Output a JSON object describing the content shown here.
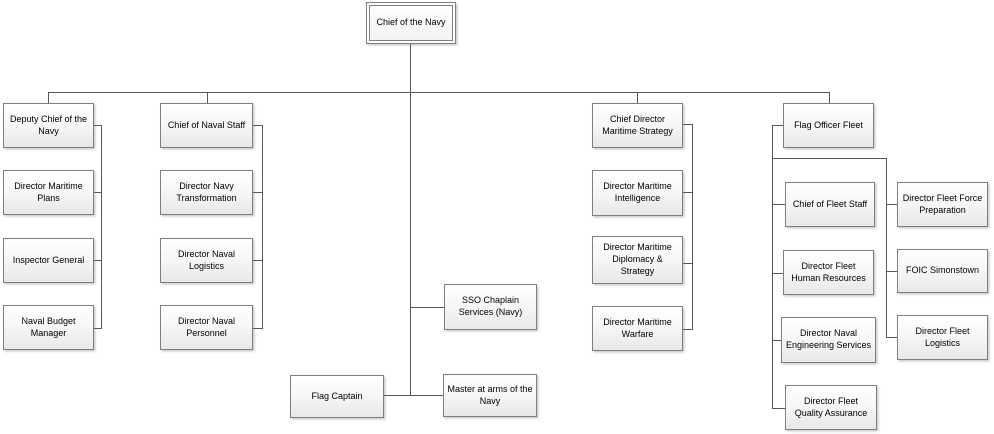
{
  "diagram": {
    "type": "org-chart",
    "background_color": "#ffffff",
    "connector_color": "#595959",
    "box_border_color": "#7f7f7f",
    "box_fill_top": "#ffffff",
    "box_fill_bottom": "#e8e8e8",
    "text_color": "#000000"
  },
  "nodes": {
    "chief_of_the_navy": "Chief of the Navy",
    "deputy_chief_of_the_navy": "Deputy Chief of the Navy",
    "director_maritime_plans": "Director Maritime Plans",
    "inspector_general": "Inspector General",
    "naval_budget_manager": "Naval Budget Manager",
    "chief_of_naval_staff": "Chief of Naval Staff",
    "director_navy_transformation": "Director Navy Transformation",
    "director_naval_logistics": "Director Naval Logistics",
    "director_naval_personnel": "Director Naval Personnel",
    "sso_chaplain_services_navy": "SSO Chaplain Services (Navy)",
    "flag_captain": "Flag Captain",
    "master_at_arms_of_the_navy": "Master at arms of the Navy",
    "chief_director_maritime_strategy": "Chief Director Maritime Strategy",
    "director_maritime_intelligence": "Director Maritime Intelligence",
    "director_maritime_diplomacy_strategy": "Director Maritime Diplomacy & Strategy",
    "director_maritime_warfare": "Director Maritime Warfare",
    "flag_officer_fleet": "Flag Officer Fleet",
    "chief_of_fleet_staff": "Chief of Fleet Staff",
    "director_fleet_human_resources": "Director Fleet Human Resources",
    "director_naval_engineering_services": "Director Naval Engineering Services",
    "director_fleet_quality_assurance": "Director Fleet Quality Assurance",
    "director_fleet_force_preparation": "Director Fleet Force Preparation",
    "foic_simonstown": "FOIC Simonstown",
    "director_fleet_logistics": "Director Fleet Logistics"
  },
  "hierarchy": {
    "Chief of the Navy": [
      "Deputy Chief of the Navy",
      "Chief of Naval Staff",
      "Chief Director Maritime Strategy",
      "Flag Officer Fleet",
      "SSO Chaplain Services (Navy)",
      "Flag Captain",
      "Master at arms of the Navy"
    ],
    "Deputy Chief of the Navy": [
      "Director Maritime Plans",
      "Inspector General",
      "Naval Budget Manager"
    ],
    "Chief of Naval Staff": [
      "Director Navy Transformation",
      "Director Naval Logistics",
      "Director Naval Personnel"
    ],
    "Chief Director Maritime Strategy": [
      "Director Maritime Intelligence",
      "Director Maritime Diplomacy & Strategy",
      "Director Maritime Warfare"
    ],
    "Flag Officer Fleet": [
      "Chief of Fleet Staff",
      "Director Fleet Human Resources",
      "Director Naval Engineering Services",
      "Director Fleet Quality Assurance",
      "Director Fleet Force Preparation",
      "FOIC Simonstown",
      "Director Fleet Logistics"
    ]
  }
}
